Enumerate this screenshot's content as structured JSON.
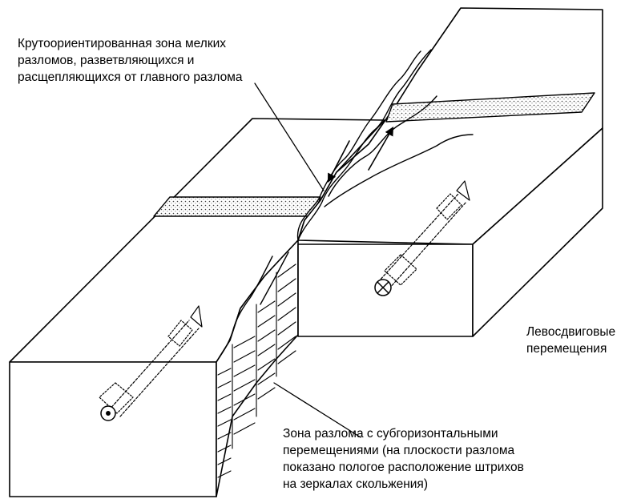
{
  "labels": {
    "fault_zone_top": [
      "Крутоориентированная зона мелких",
      "разломов, разветвляющихся и",
      "расщепляющихся от главного разлома"
    ],
    "left_lateral": [
      "Левосдвиговые",
      "перемещения"
    ],
    "fault_zone_bottom": [
      "Зона разлома с субгоризонтальными",
      "перемещениями (на плоскости разлома",
      "показано пологое расположение штрихов",
      "на зеркалах скольжения)"
    ]
  },
  "colors": {
    "line": "#000000",
    "background": "#ffffff",
    "stipple": "#555555"
  }
}
